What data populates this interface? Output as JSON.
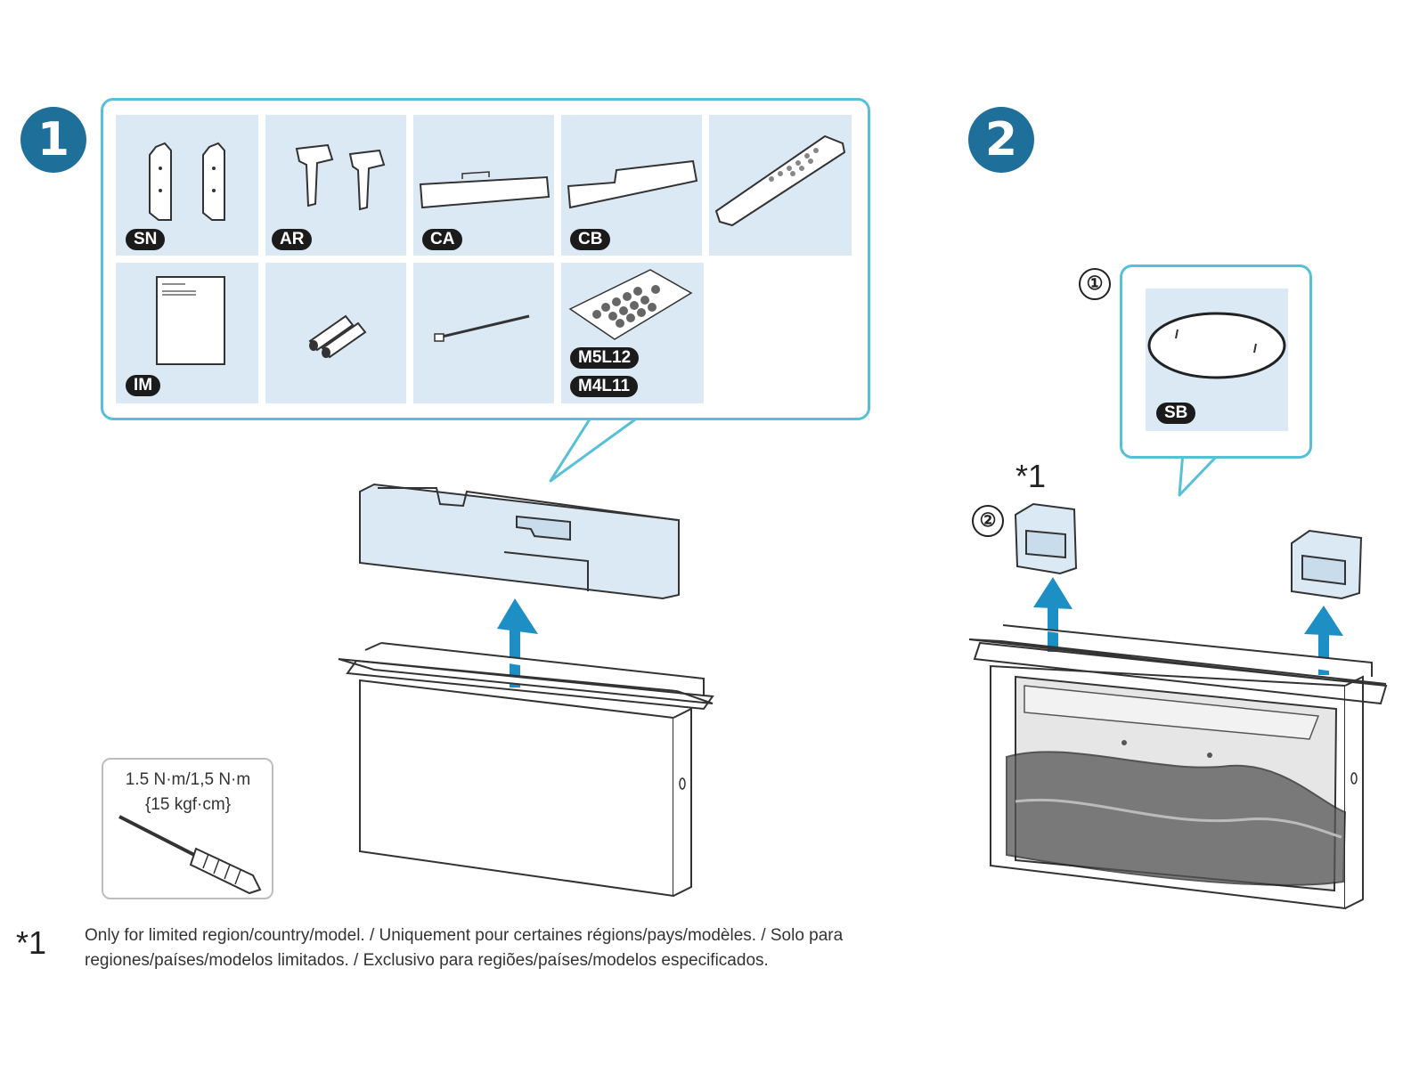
{
  "steps": [
    {
      "number": "1"
    },
    {
      "number": "2"
    }
  ],
  "step1": {
    "parts_row1": [
      {
        "label": "SN",
        "icon": "stand-neck-brackets-icon"
      },
      {
        "label": "AR",
        "icon": "arm-stand-legs-icon"
      },
      {
        "label": "CA",
        "icon": "cover-a-icon"
      },
      {
        "label": "CB",
        "icon": "cover-b-icon"
      },
      {
        "label": "",
        "icon": "remote-control-icon"
      }
    ],
    "parts_row2": [
      {
        "label": "IM",
        "icon": "instruction-manual-icon"
      },
      {
        "label": "",
        "icon": "batteries-icon"
      },
      {
        "label": "",
        "icon": "cable-tie-icon"
      },
      {
        "labels": [
          "M5L12",
          "M4L11"
        ],
        "icon": "screws-bag-icon"
      }
    ],
    "torque": {
      "line1": "1.5 N·m/1,5 N·m",
      "line2": "{15 kgf·cm}",
      "icon": "screwdriver-icon"
    }
  },
  "step2": {
    "sub1": "①",
    "sub2": "②",
    "part_label": "SB",
    "part_icon": "stand-base-icon",
    "asterisk": "*1"
  },
  "footnote": {
    "mark": "*1",
    "line1": "Only for limited region/country/model. / Uniquement pour certaines régions/pays/modèles. / Solo para",
    "line2": "regiones/países/modelos limitados. / Exclusivo para regiões/países/modelos especificados."
  },
  "colors": {
    "step_circle": "#1e6f9a",
    "callout_border": "#55c0d8",
    "cell_bg": "#dbe9f5",
    "arrow": "#1e8fc4"
  }
}
